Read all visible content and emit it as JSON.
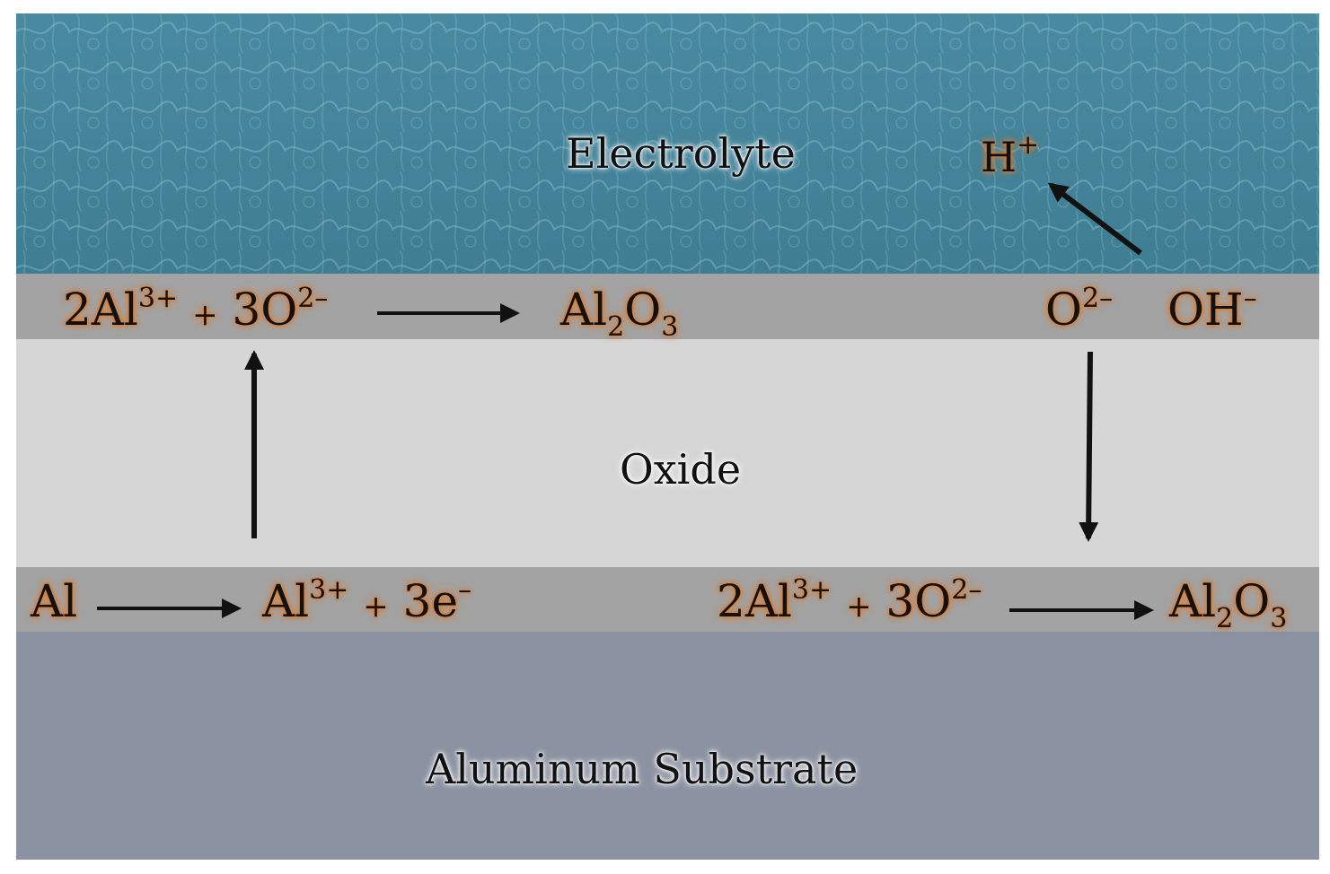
{
  "colors": {
    "electrolyte": "#4d8ea3",
    "interface": "#a3a3a3",
    "oxide": "#d6d6d6",
    "substrate": "#8b92a1",
    "equation_glow": "#e07a2a"
  },
  "layers": {
    "electrolyte": "Electrolyte",
    "oxide": "Oxide",
    "substrate": "Aluminum Substrate"
  },
  "top_interface": {
    "left": {
      "coef1": "2Al",
      "sup1": "3+",
      "plus": "+",
      "coef2": "3O",
      "sup2": "2–",
      "product_a": "Al",
      "sub_a": "2",
      "product_b": "O",
      "sub_b": "3"
    },
    "right": {
      "ion1": "O",
      "ion1_sup": "2–",
      "ion2": "OH",
      "ion2_sup": "–"
    }
  },
  "electrolyte_ion": {
    "text": "H",
    "sup": "+"
  },
  "bottom_interface": {
    "left": {
      "reactant": "Al",
      "product": "Al",
      "product_sup": "3+",
      "plus": "+",
      "electrons": "3e",
      "electrons_sup": "–"
    },
    "right": {
      "coef1": "2Al",
      "sup1": "3+",
      "plus": "+",
      "coef2": "3O",
      "sup2": "2–",
      "product_a": "Al",
      "sub_a": "2",
      "product_b": "O",
      "sub_b": "3"
    }
  }
}
